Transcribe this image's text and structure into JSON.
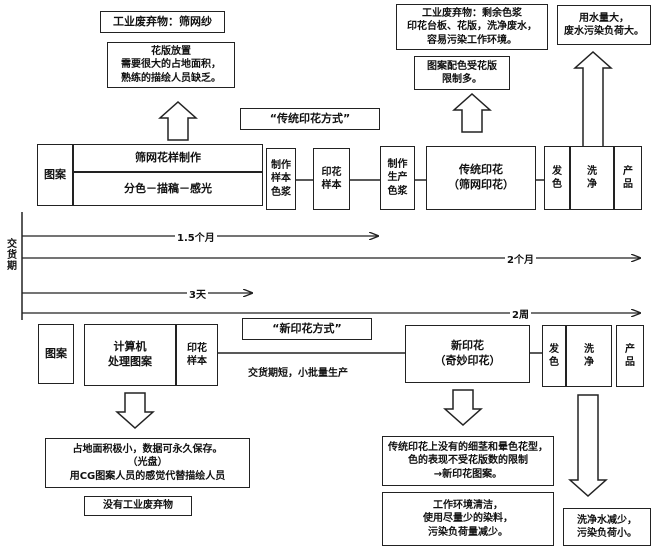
{
  "traditional": {
    "top_note_1": "工业废弃物：筛网纱",
    "top_note_2": [
      "花版放置",
      "需要很大的占地面积，",
      "熟练的描绘人员缺乏。"
    ],
    "top_note_3": [
      "工业废弃物：剩余色浆",
      "印花台板、花版，洗净废水，",
      "容易污染工作环境。"
    ],
    "top_note_4": [
      "图案配色受花版",
      "限制多。"
    ],
    "top_note_5": [
      "用水量大，",
      "废水污染负荷大。"
    ],
    "title": "“传统印花方式”",
    "pattern": "图案",
    "screen_making": "筛网花样制作",
    "separation": "分色－描稿－感光",
    "sample_paste": [
      "制作",
      "样本",
      "色浆"
    ],
    "print_sample": [
      "印花",
      "样本"
    ],
    "production_paste": [
      "制作",
      "生产",
      "色浆"
    ],
    "print_main": [
      "传统印花",
      "（筛网印花）"
    ],
    "color_dev": [
      "发",
      "色"
    ],
    "wash": [
      "洗",
      "净"
    ],
    "product": [
      "产",
      "品"
    ]
  },
  "timeline": {
    "axis_label": "交货期",
    "arrow_1": "1.5个月",
    "arrow_2": "2个月",
    "arrow_3": "3天",
    "arrow_4": "2周"
  },
  "new_method": {
    "title": "“新印花方式”",
    "pattern": "图案",
    "computer": [
      "计算机",
      "处理图案"
    ],
    "print_sample": [
      "印花",
      "样本"
    ],
    "note_delivery": "交货期短，小批量生产",
    "print_main": [
      "新印花",
      "（奇妙印花）"
    ],
    "color_dev": [
      "发",
      "色"
    ],
    "wash": [
      "洗",
      "净"
    ],
    "product": [
      "产",
      "品"
    ],
    "bottom_note_1": [
      "占地面积极小，数据可永久保存。",
      "（光盘）",
      "用CG图案人员的感觉代替描绘人员"
    ],
    "bottom_note_2": "没有工业废弃物",
    "bottom_note_3": [
      "传统印花上没有的细茎和晕色花型，",
      "色的表现不受花版数的限制",
      "→新印花图案。"
    ],
    "bottom_note_4": [
      "工作环境清洁，",
      "使用尽量少的染料，",
      "污染负荷量减少。"
    ],
    "bottom_note_5": [
      "洗净水减少，",
      "污染负荷小。"
    ]
  }
}
